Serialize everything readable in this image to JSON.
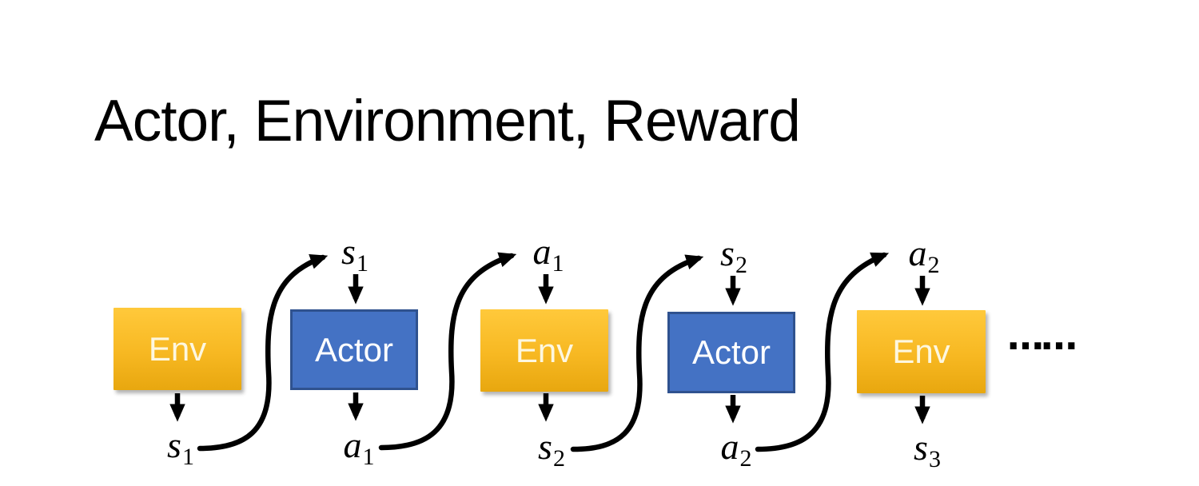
{
  "title": "Actor, Environment, Reward",
  "diagram": {
    "boxes": [
      {
        "label": "Env",
        "type": "env"
      },
      {
        "label": "Actor",
        "type": "actor"
      },
      {
        "label": "Env",
        "type": "env"
      },
      {
        "label": "Actor",
        "type": "actor"
      },
      {
        "label": "Env",
        "type": "env"
      }
    ],
    "top_labels": [
      {
        "base": "s",
        "sub": "1"
      },
      {
        "base": "a",
        "sub": "1"
      },
      {
        "base": "s",
        "sub": "2"
      },
      {
        "base": "a",
        "sub": "2"
      }
    ],
    "bottom_labels": [
      {
        "base": "s",
        "sub": "1"
      },
      {
        "base": "a",
        "sub": "1"
      },
      {
        "base": "s",
        "sub": "2"
      },
      {
        "base": "a",
        "sub": "2"
      },
      {
        "base": "s",
        "sub": "3"
      }
    ],
    "ellipsis": "……",
    "colors": {
      "env_gradient_top": "#FFC93B",
      "env_gradient_bottom": "#E8A70F",
      "env_text": "#FDF7E0",
      "actor_fill": "#4472C4",
      "actor_border": "#2F528F",
      "actor_text": "#FFFFFF",
      "arrow": "#000000",
      "title_text": "#000000",
      "background": "#FFFFFF"
    }
  }
}
